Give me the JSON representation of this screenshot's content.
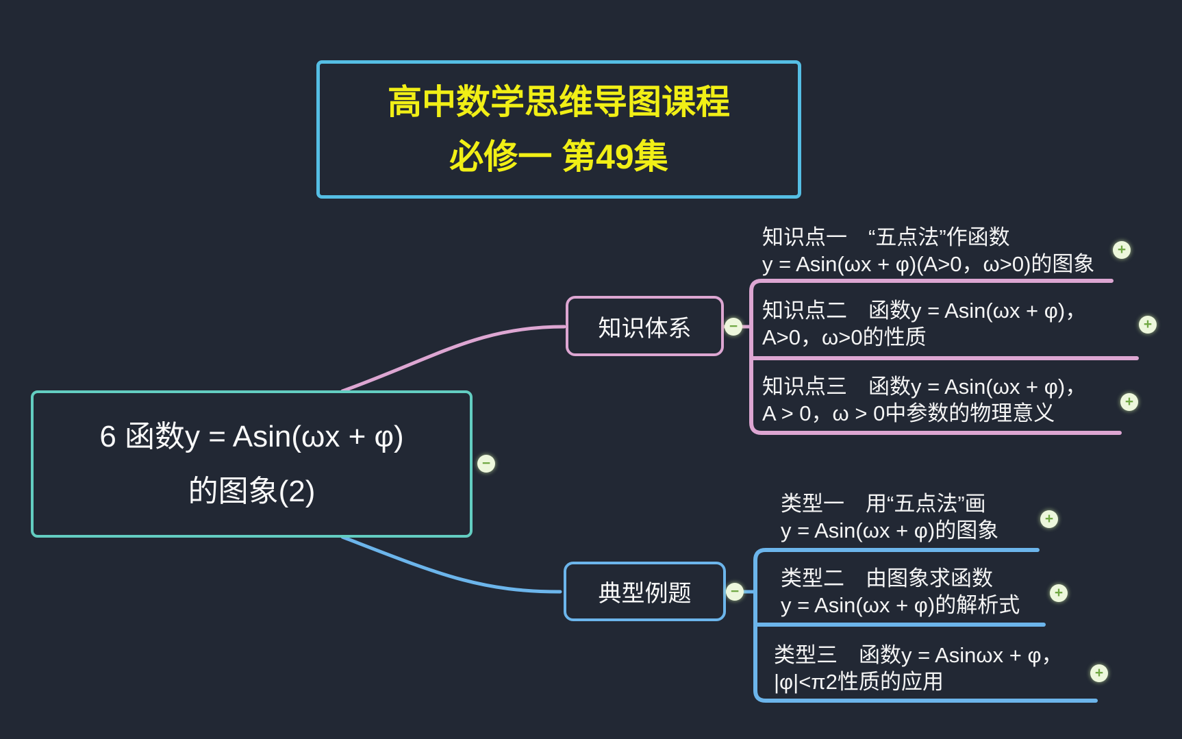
{
  "colors": {
    "background": "#222834",
    "title_border": "#55bee4",
    "title_text": "#f1ef16",
    "root_border": "#63cdc1",
    "knowledge_branch": "#dda6d2",
    "examples_branch": "#6cb5eb",
    "text": "#f5f5f5",
    "icon_fill": "#edf7dc",
    "icon_symbol": "#71a844"
  },
  "title_box": {
    "line1": "高中数学思维导图课程",
    "line2": "必修一 第49集"
  },
  "root": {
    "line1": "6 函数y = Asin(ωx + φ)",
    "line2": "的图象(2)"
  },
  "branches": [
    {
      "label": "知识体系",
      "items": [
        {
          "line1": "知识点一　“五点法”作函数",
          "line2": "y = Asin(ωx + φ)(A>0，ω>0)的图象"
        },
        {
          "line1": "知识点二　函数y = Asin(ωx + φ)，",
          "line2": "A>0，ω>0的性质"
        },
        {
          "line1": "知识点三　函数y = Asin(ωx + φ)，",
          "line2": "A > 0，ω > 0中参数的物理意义"
        }
      ]
    },
    {
      "label": "典型例题",
      "items": [
        {
          "line1": "类型一　用“五点法”画",
          "line2": "y = Asin(ωx + φ)的图象"
        },
        {
          "line1": "类型二　由图象求函数",
          "line2": "y = Asin(ωx + φ)的解析式"
        },
        {
          "line1": "类型三　函数y = Asinωx + φ，",
          "line2": "|φ|<π2性质的应用"
        }
      ]
    }
  ],
  "icons": {
    "collapse": "−",
    "expand": "+"
  }
}
